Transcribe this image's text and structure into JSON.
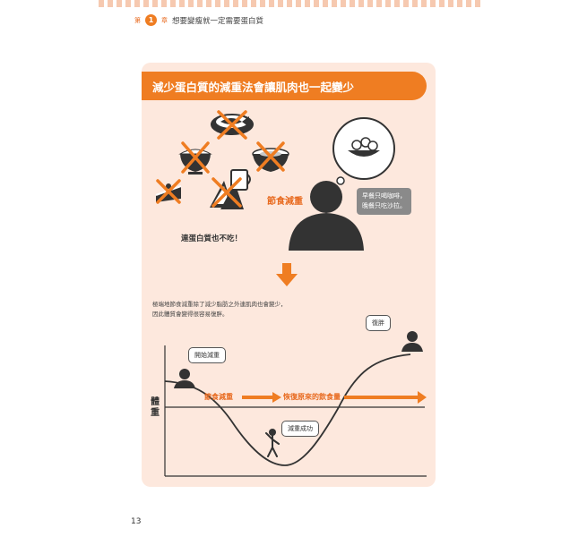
{
  "header": {
    "chapter_prefix": "第",
    "chapter_number": "1",
    "chapter_suffix": "章",
    "chapter_title": "想要變瘦就一定需要蛋白質"
  },
  "panel": {
    "title": "減少蛋白質的減重法會讓肌肉也一起變少",
    "diet_label": "節食減重",
    "protein_note": "連蛋白質也不吃！",
    "speech": [
      "早餐只喝咖啡，",
      "晚餐只吃沙拉。"
    ],
    "description": [
      "極端地節食減重除了減少脂肪之外連肌肉也會變少，",
      "因此體質會變得很容易復胖。"
    ]
  },
  "graph": {
    "y_axis_label": "體重",
    "start_callout": "開始減重",
    "success_callout": "減重成功",
    "rebound_callout": "復胖",
    "phase1_label": "節食減重",
    "phase2_label": "恢復原來的飲食量"
  },
  "page_number": "13",
  "colors": {
    "accent": "#ef7d22",
    "panel_bg": "#fde8dd",
    "figure": "#333333"
  }
}
